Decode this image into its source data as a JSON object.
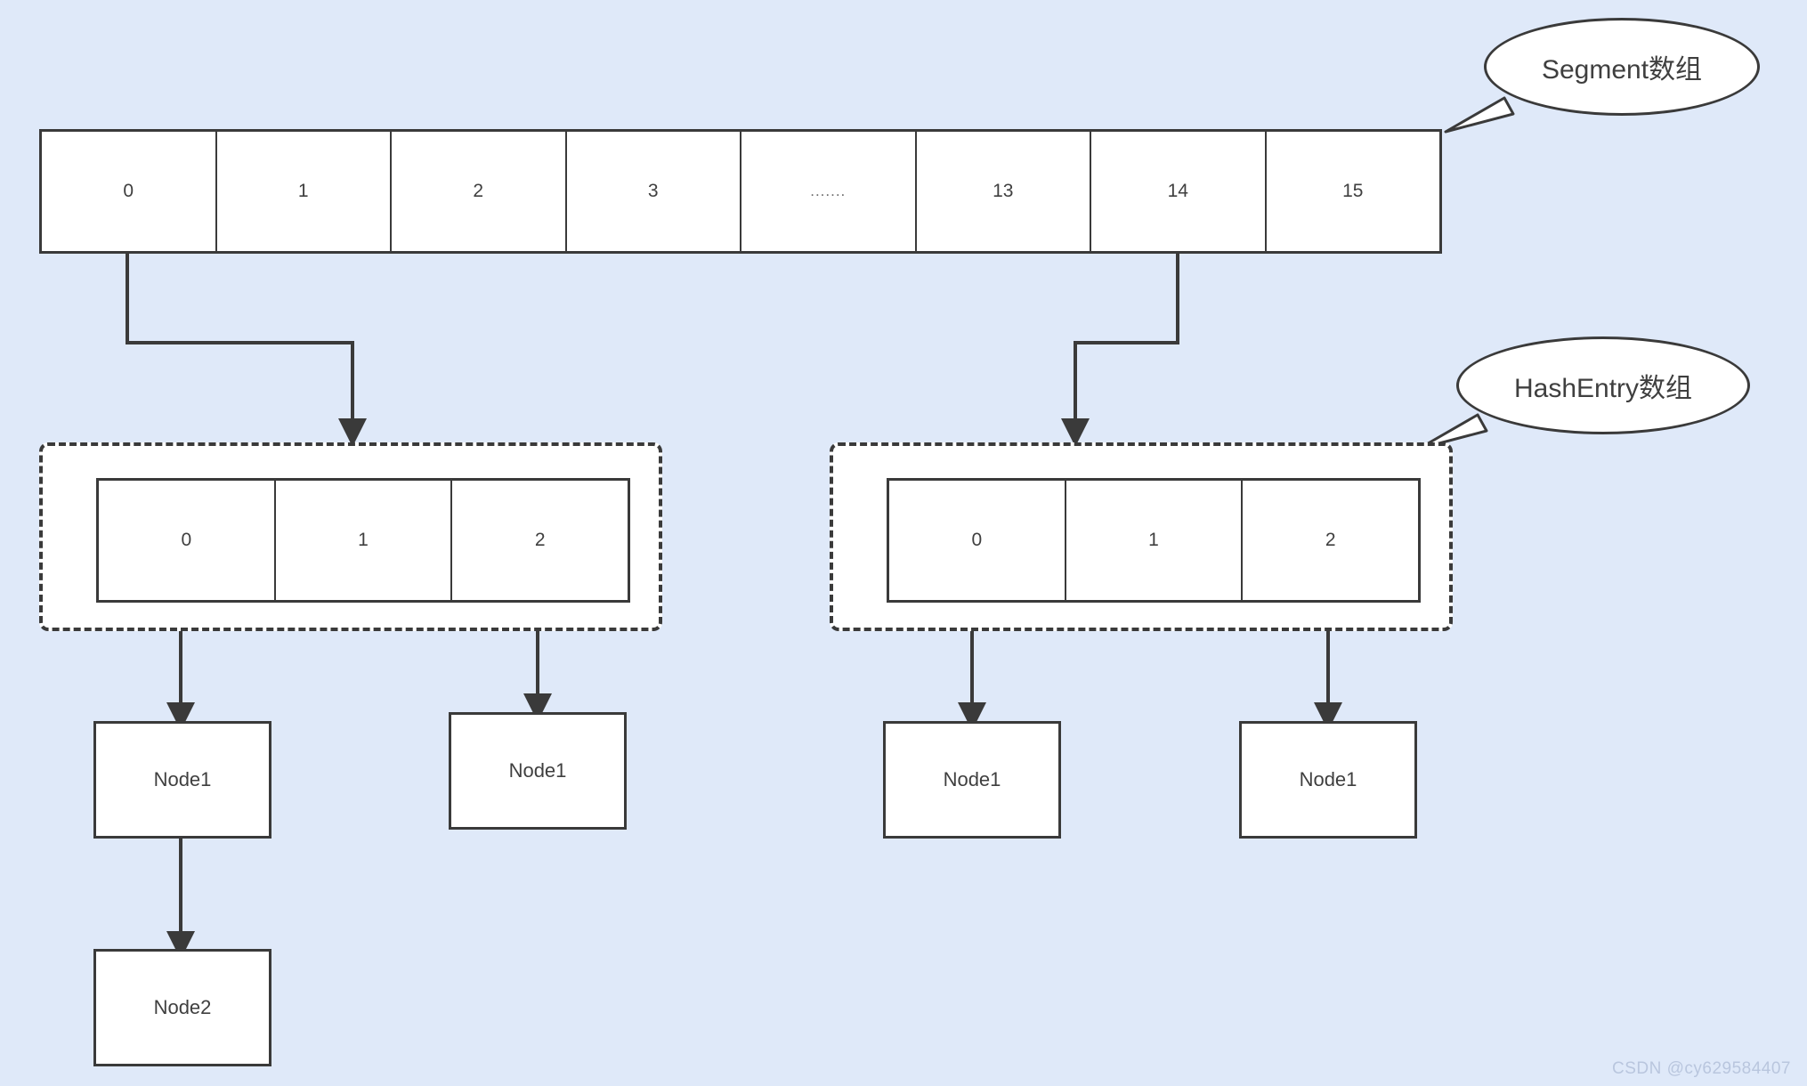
{
  "diagram": {
    "background_color": "#dfe9f9",
    "stroke_color": "#3a3a3a",
    "fill_color": "#ffffff",
    "segment_array": {
      "cells": [
        {
          "label": "0"
        },
        {
          "label": "1"
        },
        {
          "label": "2"
        },
        {
          "label": "3"
        },
        {
          "label": "......."
        },
        {
          "label": "13"
        },
        {
          "label": "14"
        },
        {
          "label": "15"
        }
      ]
    },
    "callouts": [
      {
        "id": "segment",
        "label": "Segment数组"
      },
      {
        "id": "hashentry",
        "label": "HashEntry数组"
      }
    ],
    "hash_entry_groups": [
      {
        "id": "left",
        "cells": [
          {
            "label": "0"
          },
          {
            "label": "1"
          },
          {
            "label": "2"
          }
        ]
      },
      {
        "id": "right",
        "cells": [
          {
            "label": "0"
          },
          {
            "label": "1"
          },
          {
            "label": "2"
          }
        ]
      }
    ],
    "nodes": [
      {
        "id": "left-bucket0-node1",
        "label": "Node1"
      },
      {
        "id": "left-bucket0-node2",
        "label": "Node2"
      },
      {
        "id": "left-bucket2-node1",
        "label": "Node1"
      },
      {
        "id": "right-bucket0-node1",
        "label": "Node1"
      },
      {
        "id": "right-bucket2-node1",
        "label": "Node1"
      }
    ],
    "watermark": "CSDN @cy629584407"
  }
}
